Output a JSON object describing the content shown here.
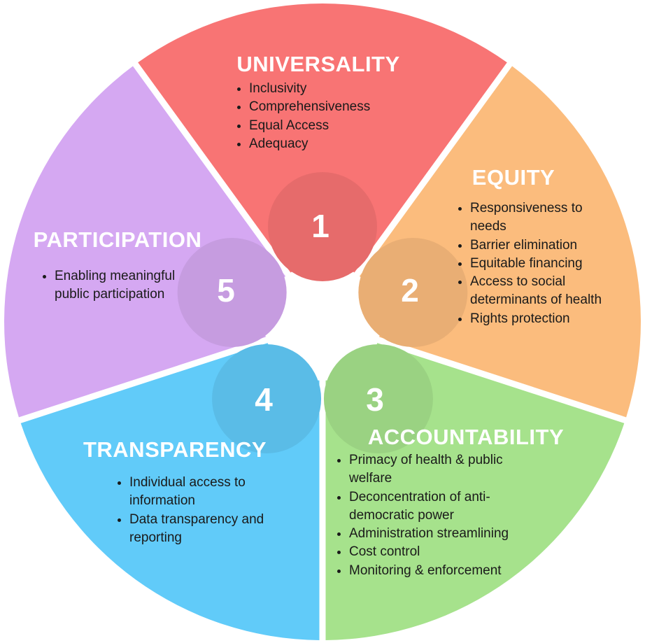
{
  "colors": {
    "universality": "#f87474",
    "equity": "#fbbc7d",
    "accountability": "#a6e28c",
    "transparency": "#61cbf9",
    "participation": "#d5a8f2",
    "center": "#ffffff"
  },
  "segments": [
    {
      "id": "universality",
      "number": "1",
      "title": "UNIVERSALITY",
      "items": [
        "Inclusivity",
        "Comprehensiveness",
        "Equal Access",
        "Adequacy"
      ]
    },
    {
      "id": "equity",
      "number": "2",
      "title": "EQUITY",
      "items": [
        "Responsiveness to needs",
        "Barrier elimination",
        "Equitable financing",
        "Access to social determinants of health",
        "Rights protection"
      ]
    },
    {
      "id": "accountability",
      "number": "3",
      "title": "ACCOUNTABILITY",
      "items": [
        "Primacy of health & public welfare",
        "Deconcentration of anti-democratic power",
        "Administration streamlining",
        "Cost control",
        "Monitoring & enforcement"
      ]
    },
    {
      "id": "transparency",
      "number": "4",
      "title": "TRANSPARENCY",
      "items": [
        "Individual access to information",
        "Data transparency and reporting"
      ]
    },
    {
      "id": "participation",
      "number": "5",
      "title": "PARTICIPATION",
      "items": [
        "Enabling meaningful public participation"
      ]
    }
  ]
}
